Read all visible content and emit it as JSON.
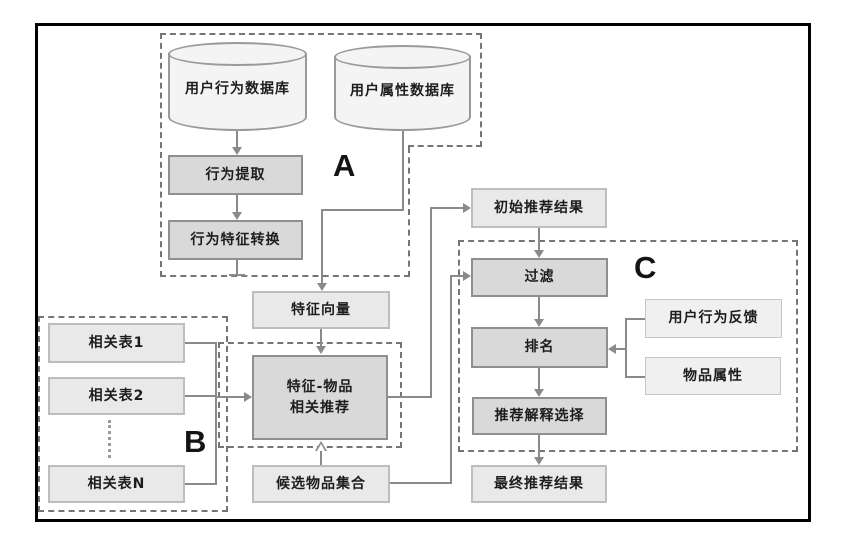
{
  "regions": {
    "a": {
      "label": "A"
    },
    "b": {
      "label": "B"
    },
    "c": {
      "label": "C"
    }
  },
  "nodes": {
    "behavior_db": {
      "label": "用户行为数据库"
    },
    "attribute_db": {
      "label": "用户属性数据库"
    },
    "behavior_extract": {
      "label": "行为提取"
    },
    "behavior_feature_convert": {
      "label": "行为特征转换"
    },
    "feature_vector": {
      "label": "特征向量"
    },
    "related_table_1": {
      "label": "相关表1"
    },
    "related_table_2": {
      "label": "相关表2"
    },
    "related_table_n": {
      "label": "相关表N"
    },
    "feature_item_rec": {
      "label_line1": "特征-物品",
      "label_line2": "相关推荐"
    },
    "candidate_item_set": {
      "label": "候选物品集合"
    },
    "initial_result": {
      "label": "初始推荐结果"
    },
    "filter": {
      "label": "过滤"
    },
    "ranking": {
      "label": "排名"
    },
    "explanation_select": {
      "label": "推荐解释选择"
    },
    "final_result": {
      "label": "最终推荐结果"
    },
    "user_behavior_feedback": {
      "label": "用户行为反馈"
    },
    "item_attribute": {
      "label": "物品属性"
    }
  },
  "colors": {
    "process_box_fill": "#d9d9d9",
    "process_box_border": "#8f8f8f",
    "result_box_fill": "#e9e9e9",
    "result_box_border": "#bdbdbd",
    "cylinder_fill": "#f4f4f4",
    "connector_line": "#8a8a8a",
    "dashed_border": "#757575",
    "outer_border": "#000000"
  }
}
